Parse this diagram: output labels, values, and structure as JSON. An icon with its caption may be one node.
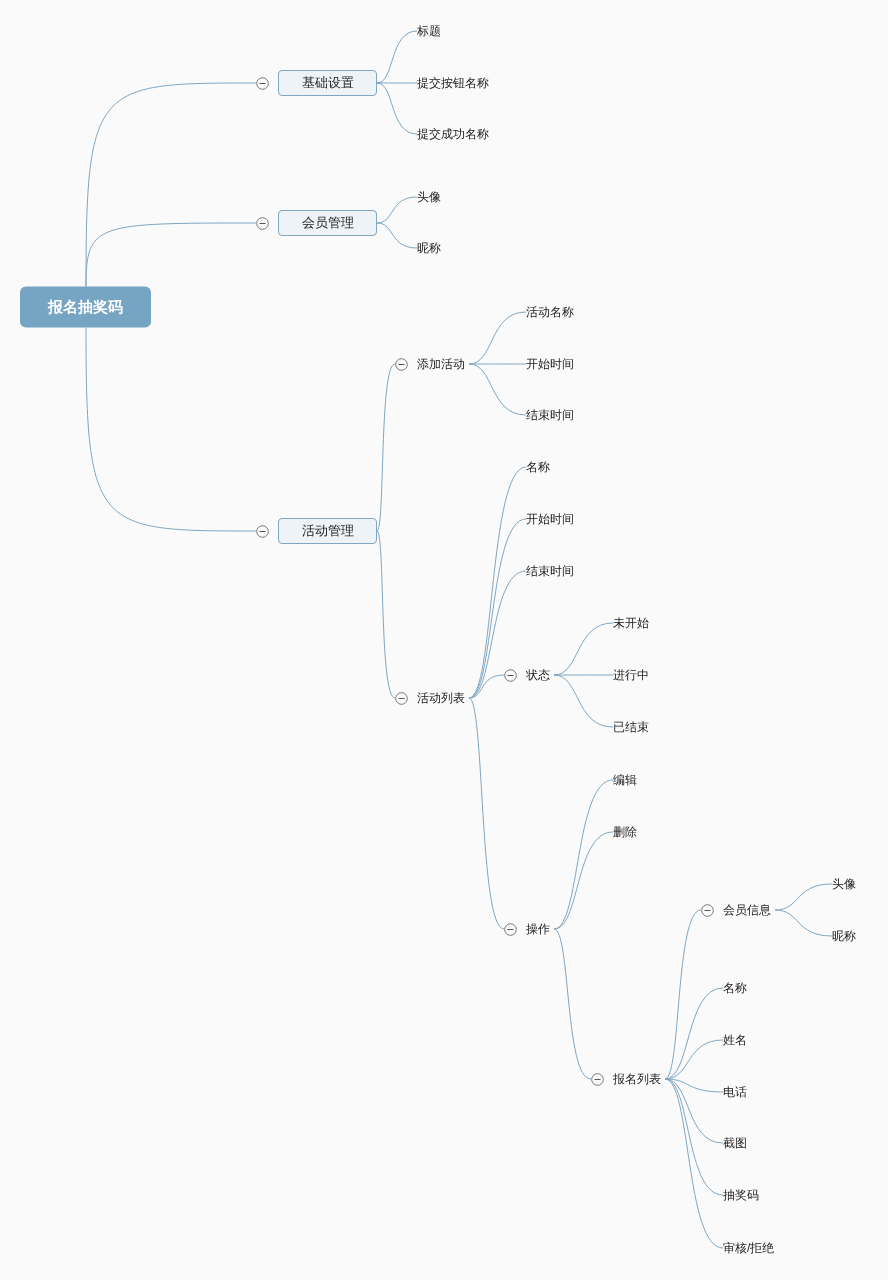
{
  "diagram": {
    "nodes": [
      {
        "text": [
          "报名抽奖码"
        ]
      },
      {
        "text": [
          "基础设置"
        ]
      },
      {
        "text": [
          "标题"
        ]
      },
      {
        "text": [
          "提交按钮名称"
        ]
      },
      {
        "text": [
          "提交成功名称"
        ]
      },
      {
        "text": [
          "会员管理"
        ]
      },
      {
        "text": [
          "头像"
        ]
      },
      {
        "text": [
          "昵称"
        ]
      },
      {
        "text": [
          "活动管理"
        ]
      },
      {
        "text": [
          "添加活动"
        ]
      },
      {
        "text": [
          "活动名称"
        ]
      },
      {
        "text": [
          "开始时间"
        ]
      },
      {
        "text": [
          "结束时间"
        ]
      },
      {
        "text": [
          "活动列表"
        ]
      },
      {
        "text": [
          "名称"
        ]
      },
      {
        "text": [
          "开始时间"
        ]
      },
      {
        "text": [
          "结束时间"
        ]
      },
      {
        "text": [
          "状态"
        ]
      },
      {
        "text": [
          "未开始"
        ]
      },
      {
        "text": [
          "进行中"
        ]
      },
      {
        "text": [
          "已结束"
        ]
      },
      {
        "text": [
          "操作"
        ]
      },
      {
        "text": [
          "编辑"
        ]
      },
      {
        "text": [
          "删除"
        ]
      },
      {
        "text": [
          "报名列表"
        ]
      },
      {
        "text": [
          "会员信息"
        ]
      },
      {
        "text": [
          "头像"
        ]
      },
      {
        "text": [
          "昵称"
        ]
      },
      {
        "text": [
          "名称"
        ]
      },
      {
        "text": [
          "姓名"
        ]
      },
      {
        "text": [
          "电话"
        ]
      },
      {
        "text": [
          "截图"
        ]
      },
      {
        "text": [
          "抽奖码"
        ]
      },
      {
        "text": [
          "审核/拒绝"
        ]
      }
    ],
    "edges": [
      {
        "from": 0,
        "to": 1,
        "arrow": "none"
      },
      {
        "from": 0,
        "to": 5,
        "arrow": "none"
      },
      {
        "from": 0,
        "to": 8,
        "arrow": "none"
      },
      {
        "from": 1,
        "to": 2,
        "arrow": "none"
      },
      {
        "from": 1,
        "to": 3,
        "arrow": "none"
      },
      {
        "from": 1,
        "to": 4,
        "arrow": "none"
      },
      {
        "from": 5,
        "to": 6,
        "arrow": "none"
      },
      {
        "from": 5,
        "to": 7,
        "arrow": "none"
      },
      {
        "from": 8,
        "to": 9,
        "arrow": "none"
      },
      {
        "from": 8,
        "to": 13,
        "arrow": "none"
      },
      {
        "from": 9,
        "to": 10,
        "arrow": "none"
      },
      {
        "from": 9,
        "to": 11,
        "arrow": "none"
      },
      {
        "from": 9,
        "to": 12,
        "arrow": "none"
      },
      {
        "from": 13,
        "to": 14,
        "arrow": "none"
      },
      {
        "from": 13,
        "to": 15,
        "arrow": "none"
      },
      {
        "from": 13,
        "to": 16,
        "arrow": "none"
      },
      {
        "from": 13,
        "to": 17,
        "arrow": "none"
      },
      {
        "from": 13,
        "to": 21,
        "arrow": "none"
      },
      {
        "from": 17,
        "to": 18,
        "arrow": "none"
      },
      {
        "from": 17,
        "to": 19,
        "arrow": "none"
      },
      {
        "from": 17,
        "to": 20,
        "arrow": "none"
      },
      {
        "from": 21,
        "to": 22,
        "arrow": "none"
      },
      {
        "from": 21,
        "to": 23,
        "arrow": "none"
      },
      {
        "from": 21,
        "to": 24,
        "arrow": "none"
      },
      {
        "from": 24,
        "to": 25,
        "arrow": "none"
      },
      {
        "from": 24,
        "to": 28,
        "arrow": "none"
      },
      {
        "from": 24,
        "to": 29,
        "arrow": "none"
      },
      {
        "from": 24,
        "to": 30,
        "arrow": "none"
      },
      {
        "from": 24,
        "to": 31,
        "arrow": "none"
      },
      {
        "from": 24,
        "to": 32,
        "arrow": "none"
      },
      {
        "from": 24,
        "to": 33,
        "arrow": "none"
      },
      {
        "from": 25,
        "to": 26,
        "arrow": "none"
      },
      {
        "from": 25,
        "to": 27,
        "arrow": "none"
      }
    ]
  }
}
